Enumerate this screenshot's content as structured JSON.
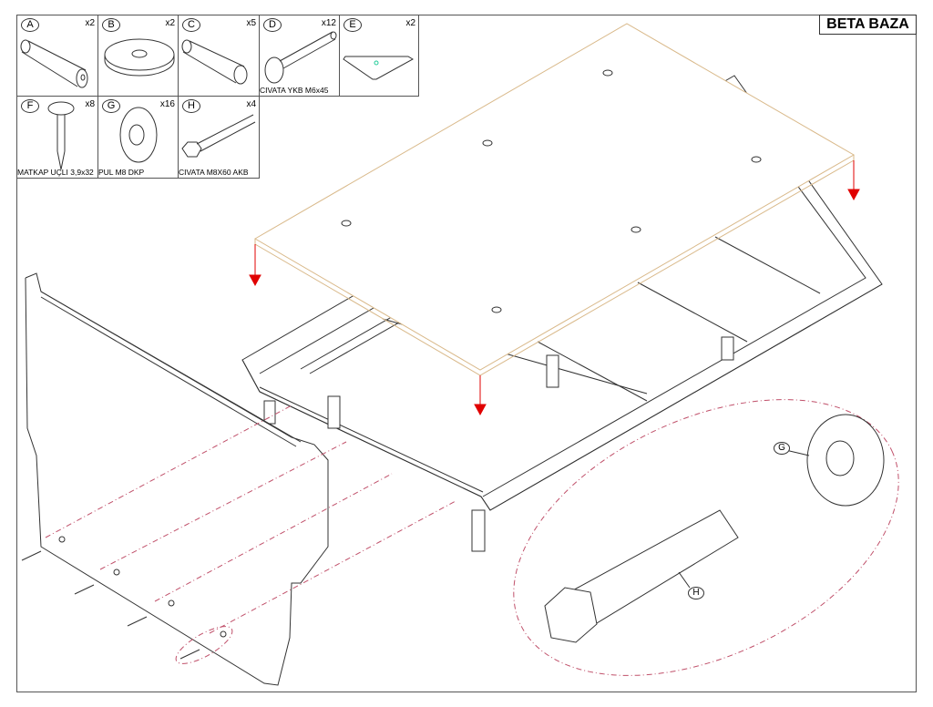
{
  "title": "BETA BAZA",
  "parts": [
    {
      "letter": "A",
      "qty": "x2",
      "name": ""
    },
    {
      "letter": "B",
      "qty": "x2",
      "name": ""
    },
    {
      "letter": "C",
      "qty": "x5",
      "name": ""
    },
    {
      "letter": "D",
      "qty": "x12",
      "name": "CIVATA YKB M6x45"
    },
    {
      "letter": "E",
      "qty": "x2",
      "name": ""
    },
    {
      "letter": "F",
      "qty": "x8",
      "name": "MATKAP UÇLI 3,9x32"
    },
    {
      "letter": "G",
      "qty": "x16",
      "name": "PUL M8 DKP"
    },
    {
      "letter": "H",
      "qty": "x4",
      "name": "CIVATA M8X60 AKB"
    }
  ],
  "callouts": {
    "g": "G",
    "h": "H"
  },
  "colors": {
    "panel": "#d9b98a",
    "arrow": "#e00000",
    "dash": "#c0506a",
    "line": "#333333"
  }
}
